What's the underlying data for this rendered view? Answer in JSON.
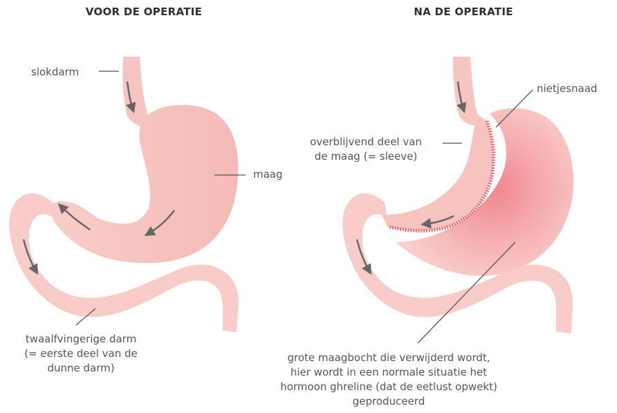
{
  "titles": {
    "before": "VOOR DE OPERATIE",
    "after": "NA DE OPERATIE"
  },
  "labels": {
    "before": {
      "esophagus": "slokdarm",
      "stomach": "maag",
      "duodenum": [
        "twaalfvingerige darm",
        "(= eerste deel van de",
        "dunne darm)"
      ]
    },
    "after": {
      "staple_line": "nietjesnaad",
      "sleeve": [
        "overblijvend deel van",
        "de maag (= sleeve)"
      ],
      "greater_curvature": [
        "grote maagbocht die verwijderd wordt,",
        "hier wordt in een normale situatie het",
        "hormoon ghreline (dat de eetlust opwekt)",
        "geproduceerd"
      ]
    }
  },
  "colors": {
    "tissue": "#f7c9c6",
    "tissue_shade": "#f4b5b2",
    "removed_core": "#f2888e",
    "staples": "#e35a68",
    "arrow": "#666666",
    "leader": "#555555"
  }
}
